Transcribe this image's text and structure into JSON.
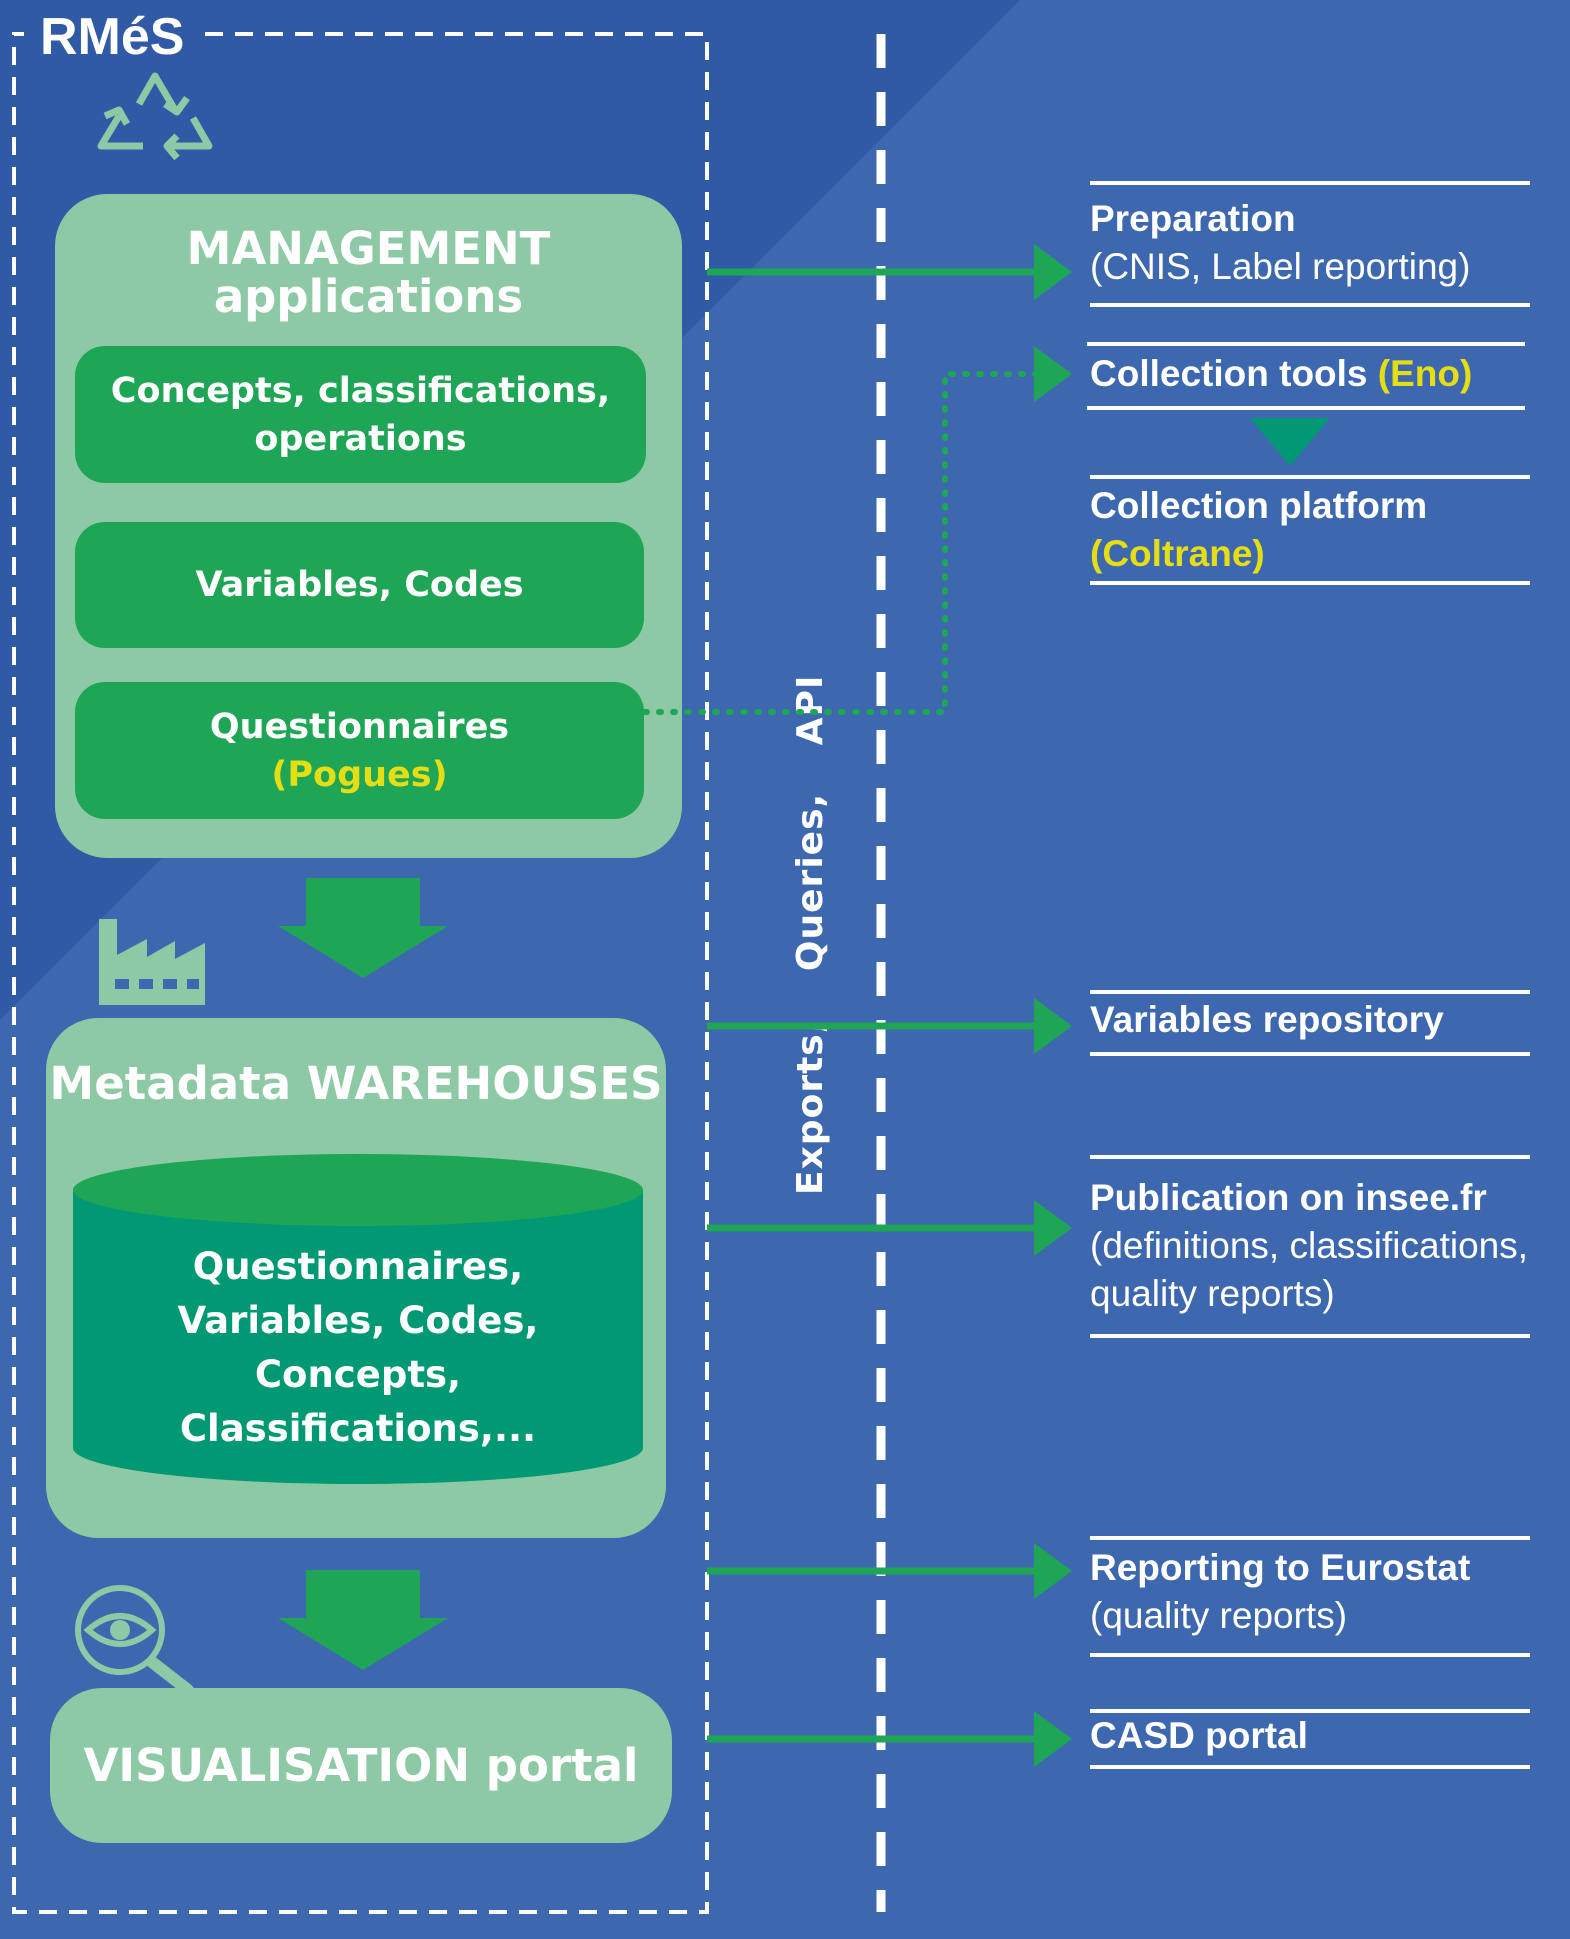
{
  "title": "RMéS",
  "management": {
    "title_line1": "MANAGEMENT",
    "title_line2": "applications",
    "box1_line1": "Concepts, classifications,",
    "box1_line2": "operations",
    "box2": "Variables, Codes",
    "box3_line1": "Questionnaires",
    "box3_line2": "(Pogues)"
  },
  "warehouses": {
    "title": "Metadata WAREHOUSES",
    "line1": "Questionnaires,",
    "line2": "Variables, Codes,",
    "line3": "Concepts,",
    "line4": "Classifications,..."
  },
  "visualisation": {
    "title": "VISUALISATION portal"
  },
  "vertical_label": "Exports, Queries, API",
  "outputs": {
    "preparation": {
      "title": "Preparation",
      "sub": "(CNIS, Label reporting)"
    },
    "collection_tools": {
      "title": "Collection tools ",
      "highlight": "(Eno)"
    },
    "collection_platform": {
      "title": "Collection platform",
      "highlight": "(Coltrane)"
    },
    "variables_repository": {
      "title": "Variables repository"
    },
    "publication": {
      "title": "Publication on insee.fr",
      "sub1": "(definitions, classifications,",
      "sub2": "quality reports)"
    },
    "eurostat": {
      "title": "Reporting to Eurostat",
      "sub": "(quality reports)"
    },
    "casd": {
      "title": "CASD portal"
    }
  },
  "colors": {
    "background": "#3d68b0",
    "background_dark": "#3059a6",
    "panel": "#8cc9a4",
    "box": "#1ea556",
    "cylinder": "#019874",
    "highlight": "#e6de15"
  },
  "icons": [
    "recycle-icon",
    "factory-icon",
    "magnifier-eye-icon"
  ]
}
